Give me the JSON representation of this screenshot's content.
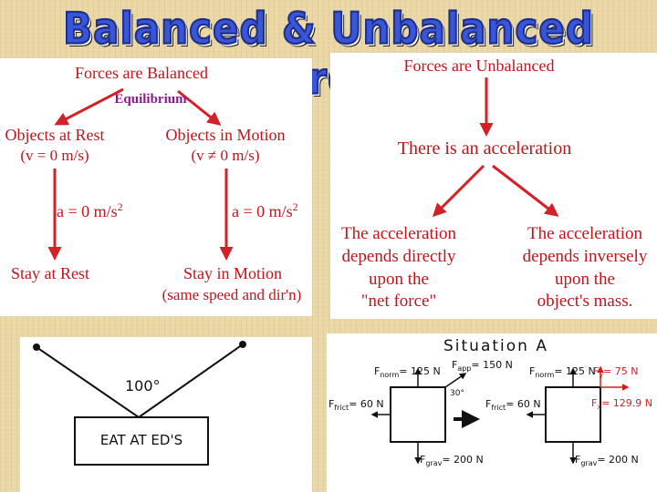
{
  "title": "Balanced & Unbalanced Forces",
  "balanced": {
    "heading": "Forces are Balanced",
    "equilibrium": "Equilibrium",
    "rest_label": "Objects at Rest",
    "rest_velocity": "(v = 0 m/s)",
    "motion_label": "Objects in Motion",
    "motion_velocity": "(v ≠ 0 m/s)",
    "accel_left": "a = 0 m/s",
    "accel_right": "a = 0 m/s",
    "exponent": "2",
    "stay_rest": "Stay at Rest",
    "stay_motion_1": "Stay in Motion",
    "stay_motion_2": "(same speed and dir'n)"
  },
  "unbalanced": {
    "heading": "Forces are Unbalanced",
    "acceleration": "There is an acceleration",
    "direct_1": "The acceleration",
    "direct_2": "depends directly",
    "direct_3": "upon the",
    "direct_4": "\"net force\"",
    "inverse_1": "The acceleration",
    "inverse_2": "depends inversely",
    "inverse_3": "upon the",
    "inverse_4": "object's mass."
  },
  "sign": {
    "angle": "100°",
    "text": "EAT AT ED'S"
  },
  "situation": {
    "title": "Situation A",
    "left": {
      "norm": "F",
      "norm_sub": "norm",
      "norm_val": "= 125 N",
      "app": "F",
      "app_sub": "app",
      "app_val": "= 150 N",
      "angle": "30°",
      "frict": "F",
      "frict_sub": "frict",
      "frict_val": "= 60 N",
      "grav": "F",
      "grav_sub": "grav",
      "grav_val": "= 200 N"
    },
    "right": {
      "norm": "F",
      "norm_sub": "norm",
      "norm_val": "= 125 N",
      "fy": "F",
      "fy_sub": "y",
      "fy_val": "= 75 N",
      "frict": "F",
      "frict_sub": "frict",
      "frict_val": "= 60 N",
      "fx": "F",
      "fx_sub": "x",
      "fx_val": "= 129.9 N",
      "grav": "F",
      "grav_sub": "grav",
      "grav_val": "= 200 N"
    }
  },
  "colors": {
    "arrow": "#d42127",
    "title_fill": "#3a56d8",
    "panel": "#ffffff"
  }
}
